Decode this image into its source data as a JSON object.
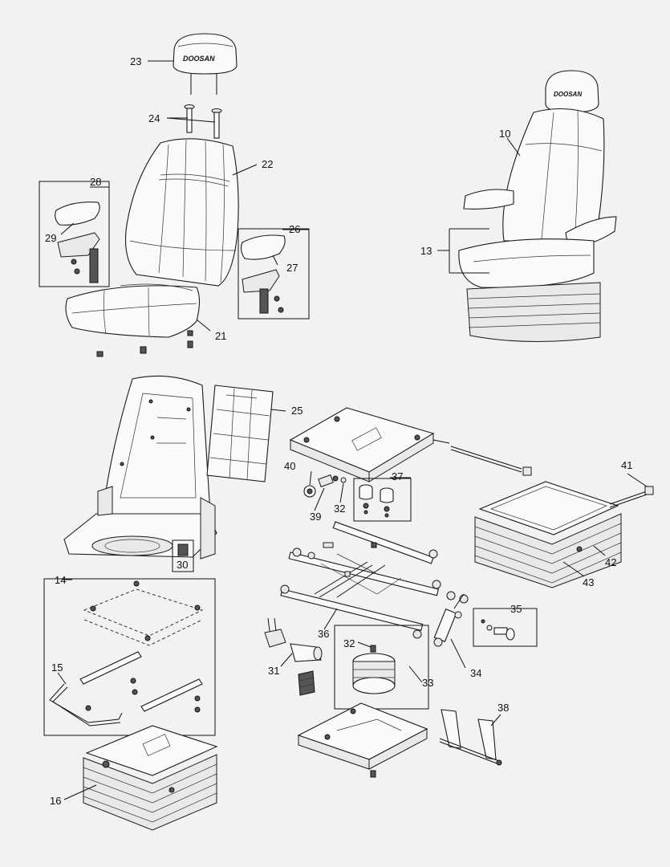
{
  "brand": "DOOSAN",
  "callouts": {
    "c10": "10",
    "c13": "13",
    "c14": "14",
    "c15": "15",
    "c16": "16",
    "c21": "21",
    "c22": "22",
    "c23": "23",
    "c24": "24",
    "c25": "25",
    "c26": "26",
    "c27": "27",
    "c28": "28",
    "c29": "29",
    "c30": "30",
    "c31": "31",
    "c32a": "32",
    "c32b": "32",
    "c33": "33",
    "c34": "34",
    "c35": "35",
    "c36": "36",
    "c37": "37",
    "c38": "38",
    "c39": "39",
    "c40": "40",
    "c41": "41",
    "c42": "42",
    "c43": "43"
  }
}
